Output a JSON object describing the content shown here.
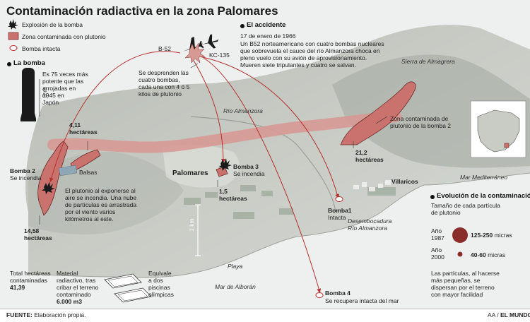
{
  "title": "Contaminación radiactiva en la zona Palomares",
  "legend": {
    "explosion": "Explosión de la bomba",
    "contaminated": "Zona contaminada con plutonio",
    "intact": "Bomba intacta"
  },
  "bomb_section": {
    "heading": "La bomba",
    "desc": [
      "Es 75 veces más",
      "potente que las",
      "arrojadas en",
      "1945 en",
      "Japón"
    ],
    "size": "3 m"
  },
  "accident": {
    "heading": "El accidente",
    "lines": [
      "17 de enero de 1966",
      "Un B52 norteamericano con cuatro bombas nucleares",
      "que sobrevuela el cauce del río Almanzora choca en",
      "pleno vuelo con su avión de aprovisionamiento.",
      "Mueren siete tripulantes y cuatro se salvan."
    ]
  },
  "planes": {
    "b52": "B-52",
    "kc135": "KC-135"
  },
  "release": [
    "Se desprenden las",
    "cuatro bombas,",
    "cada una con 4 ó 5",
    "kilos de plutonio"
  ],
  "places": {
    "rio": "Río Almanzora",
    "sierra": [
      "Sierra de Almagrera"
    ],
    "palomares": "Palomares",
    "villaricos": "Villaricos",
    "mediterraneo": "Mar Mediterráneo",
    "alboran": "Mar de Alborán",
    "playa": "Playa",
    "desembocadura": [
      "Desembocadura",
      "Río Almanzora"
    ],
    "balsas": "Balsas",
    "km": "1 km"
  },
  "bombs": {
    "b1": {
      "name": "Bomba1",
      "status": "Intacta"
    },
    "b2": {
      "name": "Bomba 2",
      "status": "Se incendia"
    },
    "b3": {
      "name": "Bomba 3",
      "status": "Se incendia"
    },
    "b4": {
      "name": "Bomba 4",
      "status": "Se recupera intacta del mar"
    }
  },
  "areas": {
    "a411": [
      "4,11",
      "hectáreas"
    ],
    "a1458": [
      "14,58",
      "hectáreas"
    ],
    "a15": [
      "1,5",
      "hectáreas"
    ],
    "a212": [
      "21,2",
      "hectáreas"
    ]
  },
  "zone2": [
    "Zona contaminada de",
    "plutonio de la bomba 2"
  ],
  "plutonium_note": [
    "El plutonio al exponerse al",
    "aire se incendia. Una nube",
    "de partículas es arrastrada",
    "por el viento varios",
    "kilómetros al este."
  ],
  "evolution": {
    "heading": "Evolución de la contaminación",
    "sub": [
      "Tamaño de cada partícula",
      "de plutonio"
    ],
    "year_label": "Año",
    "y1987": "1987",
    "y2000": "2000",
    "s1987": "125-250",
    "s2000": "40-60",
    "unit": "micras",
    "note": [
      "Las partículas, al hacerse",
      "más pequeñas, se",
      "dispersan por el terreno",
      "con mayor facilidad"
    ]
  },
  "totals": {
    "label": [
      "Total hectáreas",
      "contaminadas"
    ],
    "value": "41,39",
    "material": [
      "Material",
      "radiactivo, tras",
      "cribar el terreno",
      "contaminado"
    ],
    "material_value": "6.000 m3",
    "pools": [
      "Equivale",
      "a dos",
      "piscinas",
      "olímpicas"
    ]
  },
  "footer": {
    "source_label": "FUENTE:",
    "source": "Elaboración propia.",
    "credit_a": "AA / ",
    "credit_b": "EL MUNDO"
  },
  "colors": {
    "contam": "#c9726e",
    "trail": "#d79993",
    "arrow": "#b5302c",
    "sea": "#e9ecec",
    "land": "#c9cdc7"
  }
}
